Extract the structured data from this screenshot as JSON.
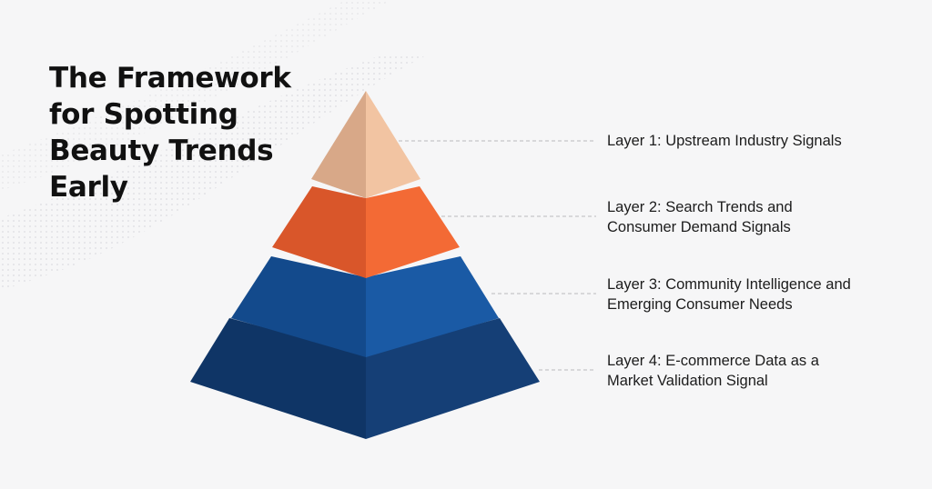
{
  "title": {
    "lines": [
      "The Framework",
      "for Spotting",
      "Beauty Trends",
      "Early"
    ]
  },
  "layers": [
    {
      "lines": [
        "Layer 1: Upstream Industry Signals"
      ]
    },
    {
      "lines": [
        "Layer 2: Search Trends and",
        "Consumer Demand Signals"
      ]
    },
    {
      "lines": [
        "Layer 3: Community Intelligence and",
        "Emerging Consumer Needs"
      ]
    },
    {
      "lines": [
        "Layer 4: E-commerce Data as a",
        "Market Validation Signal"
      ]
    }
  ],
  "colors": {
    "background": "#f6f6f7",
    "layer1_left": "#d8a888",
    "layer1_right": "#f2c4a2",
    "layer2_left": "#d9562a",
    "layer2_right": "#f36a35",
    "layer3_left": "#134a8c",
    "layer3_right": "#1a5aa5",
    "layer4_left": "#0f3566",
    "layer4_right": "#153f76",
    "connector": "#b9b9bd"
  }
}
